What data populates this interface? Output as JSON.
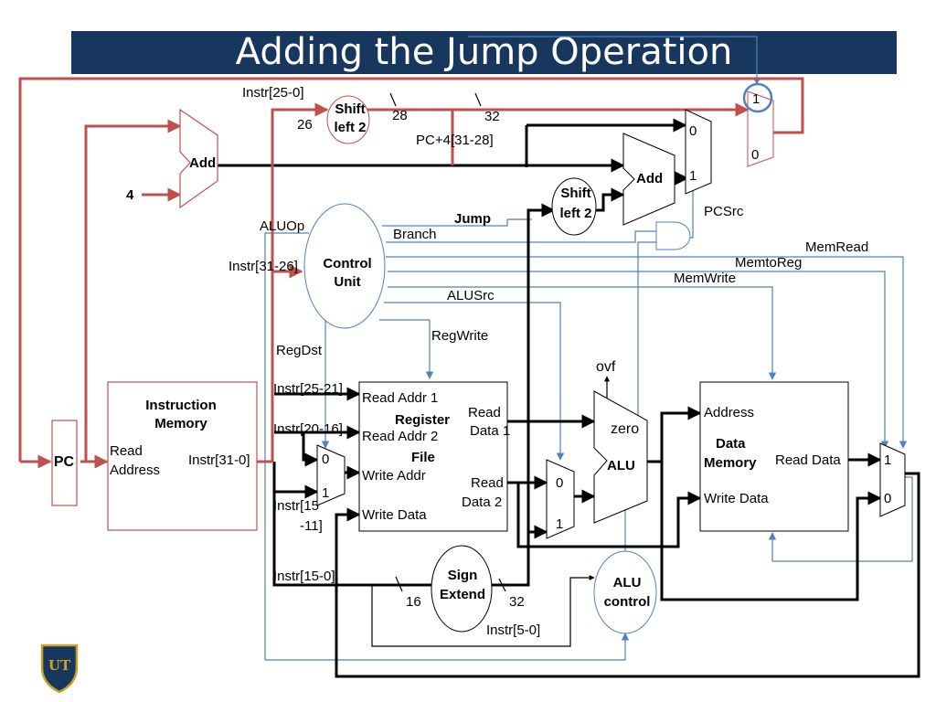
{
  "title": "Adding the Jump Operation",
  "pc": {
    "label": "PC"
  },
  "instruction_memory": {
    "title_line1": "Instruction",
    "title_line2": "Memory",
    "read_line1": "Read",
    "read_line2": "Address",
    "out": "Instr[31-0]"
  },
  "adder_pc": {
    "label": "Add",
    "constant": "4"
  },
  "shift_jump": {
    "line1": "Shift",
    "line2": "left 2",
    "in_label": "Instr[25-0]",
    "in_width": "26",
    "out_width": "28",
    "concat_width": "32",
    "pc_bits": "PC+4[31-28]"
  },
  "control": {
    "line1": "Control",
    "line2": "Unit",
    "input": "Instr[31-26]",
    "jump": "Jump",
    "branch": "Branch",
    "aluop": "ALUOp",
    "memread": "MemRead",
    "memtoreg": "MemtoReg",
    "memwrite": "MemWrite",
    "alusrc": "ALUSrc",
    "regwrite": "RegWrite",
    "regdst": "RegDst"
  },
  "register_file": {
    "line1": "Register",
    "line2": "File",
    "read_addr1": "Read Addr 1",
    "read_addr2": "Read Addr 2",
    "write_addr": "Write Addr",
    "write_data": "Write Data",
    "read_data1_a": "Read",
    "read_data1_b": "Data 1",
    "read_data2_a": "Read",
    "read_data2_b": "Data 2"
  },
  "instr_fields": {
    "rs": "Instr[25-21]",
    "rt": "Instr[20-16]",
    "rd_a": "Instr[15",
    "rd_b": "-11]",
    "imm": "Instr[15-0]",
    "funct": "Instr[5-0]"
  },
  "sign_extend": {
    "line1": "Sign",
    "line2": "Extend",
    "in_width": "16",
    "out_width": "32"
  },
  "branch_shift": {
    "line1": "Shift",
    "line2": "left 2"
  },
  "branch_adder": {
    "label": "Add"
  },
  "pcsrc": "PCSrc",
  "alu": {
    "label": "ALU",
    "zero": "zero",
    "ovf": "ovf"
  },
  "alu_control": {
    "line1": "ALU",
    "line2": "control"
  },
  "data_memory": {
    "line1": "Data",
    "line2": "Memory",
    "address": "Address",
    "write_data": "Write Data",
    "read_data": "Read Data"
  },
  "mux": {
    "zero": "0",
    "one": "1"
  },
  "colors": {
    "title_bar": "#17375e",
    "pc_path": "#c0504d",
    "control": "#4f81bd",
    "datapath": "#000000"
  }
}
